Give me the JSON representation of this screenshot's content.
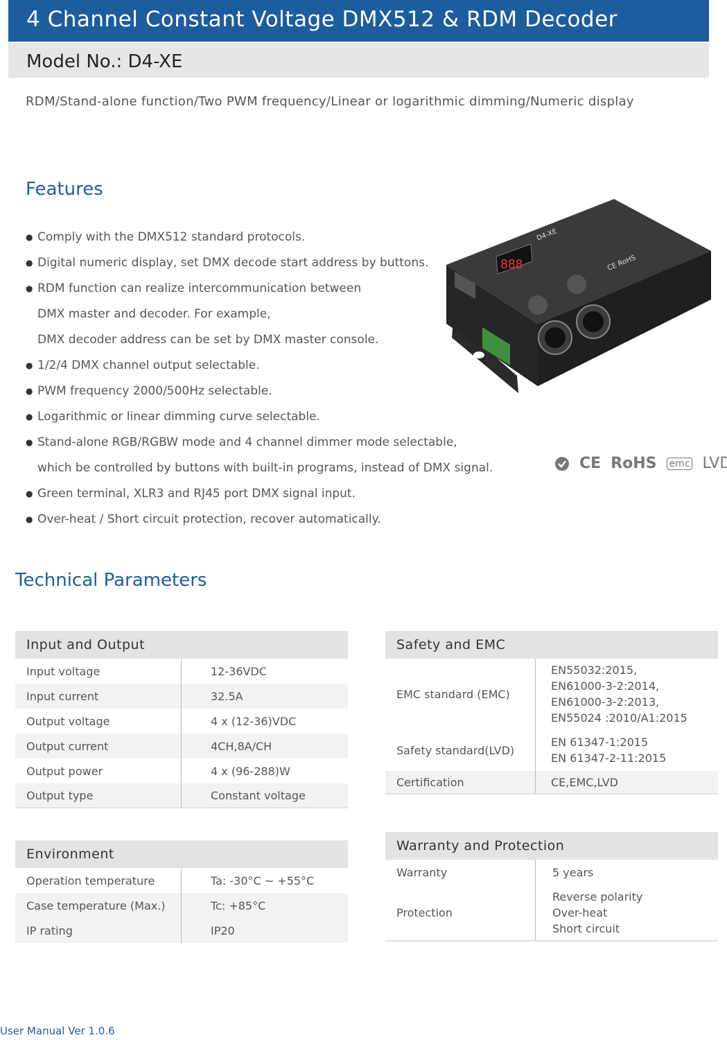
{
  "header": {
    "title": "4 Channel Constant Voltage DMX512 & RDM Decoder",
    "model": "Model No.: D4-XE",
    "subtitle": "RDM/Stand-alone function/Two PWM frequency/Linear or logarithmic dimming/Numeric display"
  },
  "features": {
    "title": "Features",
    "items": [
      {
        "lines": [
          "Comply with the DMX512 standard protocols."
        ]
      },
      {
        "lines": [
          "Digital numeric display, set DMX decode start address by buttons."
        ]
      },
      {
        "lines": [
          "RDM function can realize intercommunication between",
          "DMX master and decoder. For example,",
          "DMX decoder address can be set by DMX master console."
        ]
      },
      {
        "lines": [
          "1/2/4 DMX channel output selectable."
        ]
      },
      {
        "lines": [
          "PWM frequency 2000/500Hz selectable."
        ]
      },
      {
        "lines": [
          "Logarithmic or linear dimming curve selectable."
        ]
      },
      {
        "lines": [
          "Stand-alone RGB/RGBW mode and 4 channel dimmer mode selectable,",
          "which be controlled by buttons with built-in programs, instead of DMX signal."
        ]
      },
      {
        "lines": [
          "Green terminal, XLR3 and RJ45 port DMX signal input."
        ]
      },
      {
        "lines": [
          "Over-heat / Short circuit protection, recover automatically."
        ]
      }
    ]
  },
  "device": {
    "display": "888",
    "label": "D4-XE",
    "mark": "CE RoHS"
  },
  "certifications": {
    "ce": "CE",
    "rohs": "RoHS",
    "emc": "emc",
    "lvd": "LVD"
  },
  "tech": {
    "title": "Technical Parameters",
    "input_output": {
      "title": "Input and Output",
      "rows": [
        {
          "label": "Input voltage",
          "value": "12-36VDC"
        },
        {
          "label": "Input current",
          "value": "32.5A"
        },
        {
          "label": "Output voltage",
          "value": "4 x (12-36)VDC"
        },
        {
          "label": "Output current",
          "value": "4CH,8A/CH"
        },
        {
          "label": "Output power",
          "value": "4 x (96-288)W"
        },
        {
          "label": "Output type",
          "value": "Constant voltage"
        }
      ]
    },
    "safety": {
      "title": "Safety and EMC",
      "rows": [
        {
          "label": "EMC standard (EMC)",
          "values": [
            "EN55032:2015,",
            "EN61000-3-2:2014,",
            "EN61000-3-2:2013,",
            "EN55024 :2010/A1:2015"
          ]
        },
        {
          "label": "Safety standard(LVD)",
          "values": [
            "EN 61347-1:2015",
            "EN 61347-2-11:2015"
          ]
        },
        {
          "label": "Certification",
          "values": [
            "CE,EMC,LVD"
          ]
        }
      ]
    },
    "environment": {
      "title": "Environment",
      "rows": [
        {
          "label": "Operation temperature",
          "value": "Ta: -30°C ~ +55°C"
        },
        {
          "label": "Case temperature (Max.)",
          "value": "Tc: +85°C"
        },
        {
          "label": "IP rating",
          "value": "IP20"
        }
      ]
    },
    "warranty": {
      "title": "Warranty and Protection",
      "rows": [
        {
          "label": "Warranty",
          "values": [
            "5 years"
          ]
        },
        {
          "label": "Protection",
          "values": [
            "Reverse polarity",
            "Over-heat",
            "Short circuit"
          ]
        }
      ]
    }
  },
  "footer": {
    "text": "User Manual Ver 1.0.6"
  }
}
